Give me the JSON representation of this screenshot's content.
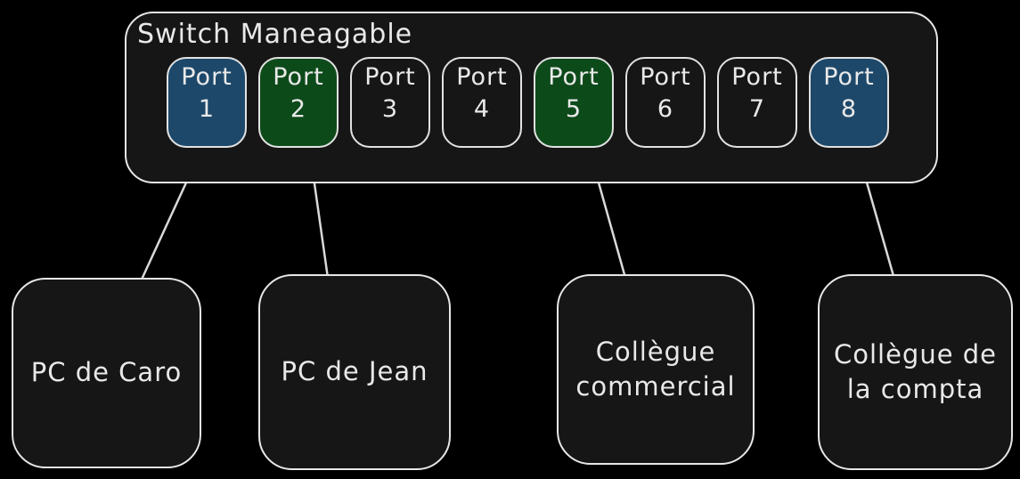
{
  "diagram": {
    "switch": {
      "title": "Switch Maneagable",
      "ports": [
        {
          "word": "Port",
          "number": "1",
          "fill": "#1d486a"
        },
        {
          "word": "Port",
          "number": "2",
          "fill": "#0d4a1a"
        },
        {
          "word": "Port",
          "number": "3",
          "fill": "transparent"
        },
        {
          "word": "Port",
          "number": "4",
          "fill": "transparent"
        },
        {
          "word": "Port",
          "number": "5",
          "fill": "#0d4a1a"
        },
        {
          "word": "Port",
          "number": "6",
          "fill": "transparent"
        },
        {
          "word": "Port",
          "number": "7",
          "fill": "transparent"
        },
        {
          "word": "Port",
          "number": "8",
          "fill": "#1d486a"
        }
      ]
    },
    "devices": [
      {
        "name": "PC de Caro",
        "lines": [
          "PC de Caro"
        ]
      },
      {
        "name": "PC de Jean",
        "lines": [
          "PC de Jean"
        ]
      },
      {
        "name": "Collègue commercial",
        "lines": [
          "Collègue",
          "commercial"
        ]
      },
      {
        "name": "Collègue de la compta",
        "lines": [
          "Collègue de",
          "la compta"
        ]
      }
    ],
    "connections": [
      {
        "from": "Port 1",
        "to": "PC de Caro"
      },
      {
        "from": "Port 2",
        "to": "PC de Jean"
      },
      {
        "from": "Port 5",
        "to": "Collègue commercial"
      },
      {
        "from": "Port 8",
        "to": "Collègue de la compta"
      }
    ],
    "colors": {
      "background": "#000000",
      "box_fill": "#161616",
      "stroke": "#e7e7e7",
      "text": "#e9e9e9",
      "port_blue": "#1d486a",
      "port_green": "#0d4a1a",
      "connector": "#d9d9d9"
    }
  }
}
